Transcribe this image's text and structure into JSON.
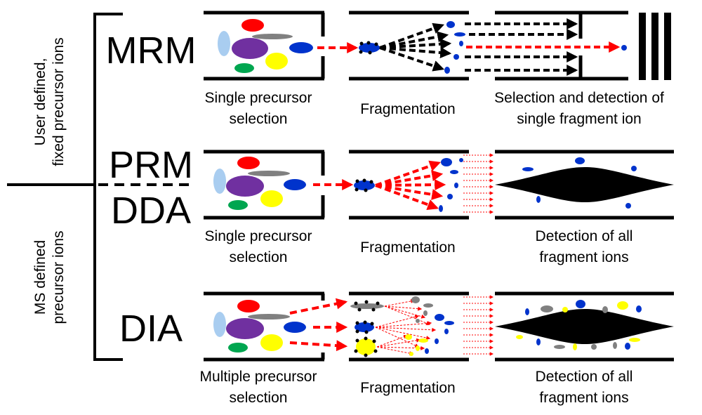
{
  "side_labels": {
    "upper_line1": "User defined,",
    "upper_line2": "fixed precursor ions",
    "lower_line1": "MS defined",
    "lower_line2": "precursor ions"
  },
  "methods": {
    "mrm": "MRM",
    "prm": "PRM",
    "dda": "DDA",
    "dia": "DIA"
  },
  "captions": {
    "row1": {
      "selection_line1": "Single precursor",
      "selection_line2": "selection",
      "fragmentation": "Fragmentation",
      "detection_line1": "Selection and detection of",
      "detection_line2": "single fragment ion"
    },
    "row2": {
      "selection_line1": "Single precursor",
      "selection_line2": "selection",
      "fragmentation": "Fragmentation",
      "detection_line1": "Detection of all",
      "detection_line2": "fragment ions"
    },
    "row3": {
      "selection_line1": "Multiple precursor",
      "selection_line2": "selection",
      "fragmentation": "Fragmentation",
      "detection_line1": "Detection of all",
      "detection_line2": "fragment ions"
    }
  },
  "colors": {
    "ion_light_blue": "#a9cdf0",
    "ion_red": "#ff0000",
    "ion_gray": "#808080",
    "ion_purple": "#7030a0",
    "ion_blue": "#0033cc",
    "ion_green": "#00a650",
    "ion_yellow": "#ffff00",
    "arrow_red": "#ff0000",
    "arrow_black": "#000000"
  }
}
